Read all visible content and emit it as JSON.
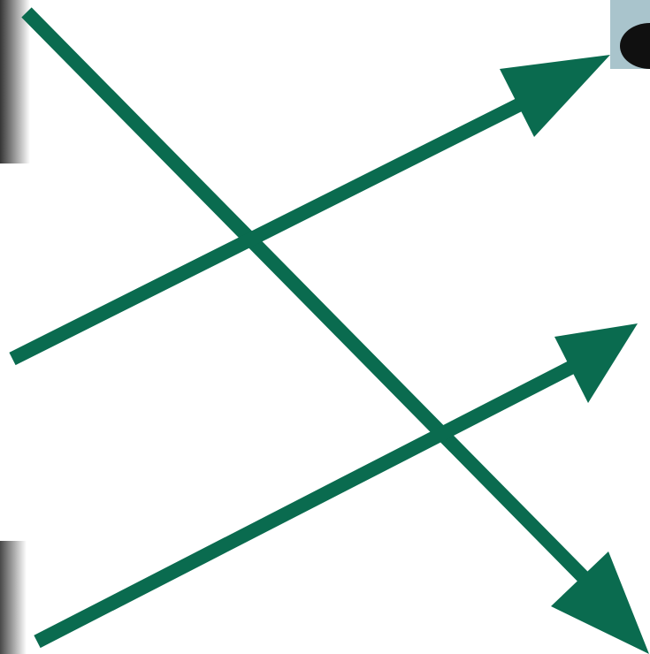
{
  "diagram": {
    "arrow_color": "#0a6b4f",
    "arrows": [
      {
        "name": "diagonal-down-arrow",
        "direction": "down-right"
      },
      {
        "name": "upper-rising-arrow",
        "direction": "up-right"
      },
      {
        "name": "lower-rising-arrow",
        "direction": "up-right"
      }
    ],
    "edge_photo_fragments": [
      {
        "name": "left-upper-photo-fragment",
        "tone": "#1a1a1a"
      },
      {
        "name": "top-right-photo-fragment",
        "tone": "#a9c4cc"
      },
      {
        "name": "left-lower-photo-fragment",
        "tone": "#2a2a2a"
      }
    ]
  }
}
